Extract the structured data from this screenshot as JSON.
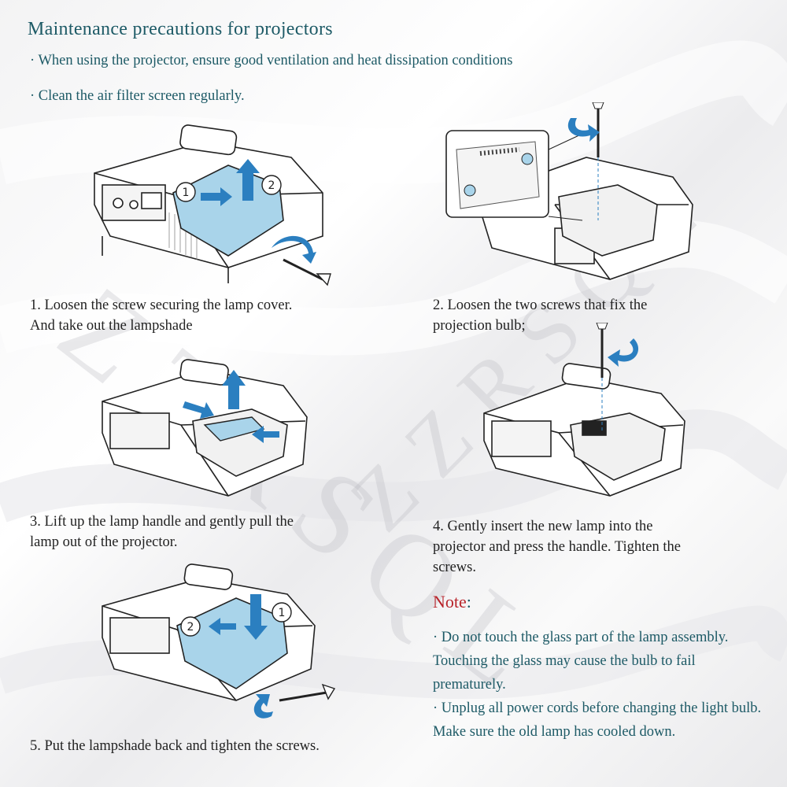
{
  "header": {
    "title": "Maintenance precautions for projectors",
    "bullets": [
      "· When using the projector, ensure good ventilation and heat dissipation conditions",
      "· Clean the air filter screen regularly."
    ]
  },
  "steps": [
    {
      "caption": "1. Loosen the screw securing the lamp cover.\nAnd take out the lampshade",
      "badges": [
        "①",
        "②"
      ]
    },
    {
      "caption": "2. Loosen the two screws that fix the\nprojection bulb;"
    },
    {
      "caption": "3. Lift up the lamp handle and gently pull the\nlamp out of the projector."
    },
    {
      "caption": "4. Gently insert the new lamp into the\nprojector and press the handle. Tighten the\nscrews."
    },
    {
      "caption": "5. Put the lampshade back and tighten the screws.",
      "badges": [
        "①",
        "②"
      ]
    }
  ],
  "note": {
    "title": "Note",
    "colon": ":",
    "items": [
      "· Do not touch the glass part of the lamp assembly. Touching the glass may cause the bulb to fail prematurely.",
      "· Unplug all power cords before changing the light bulb. Make sure the old lamp has cooled down."
    ]
  },
  "watermark": "ZZRSQL",
  "colors": {
    "heading": "#1d5a66",
    "note": "#b8232a",
    "cover": "#a9d4ea",
    "arrow": "#2b7fc0"
  }
}
